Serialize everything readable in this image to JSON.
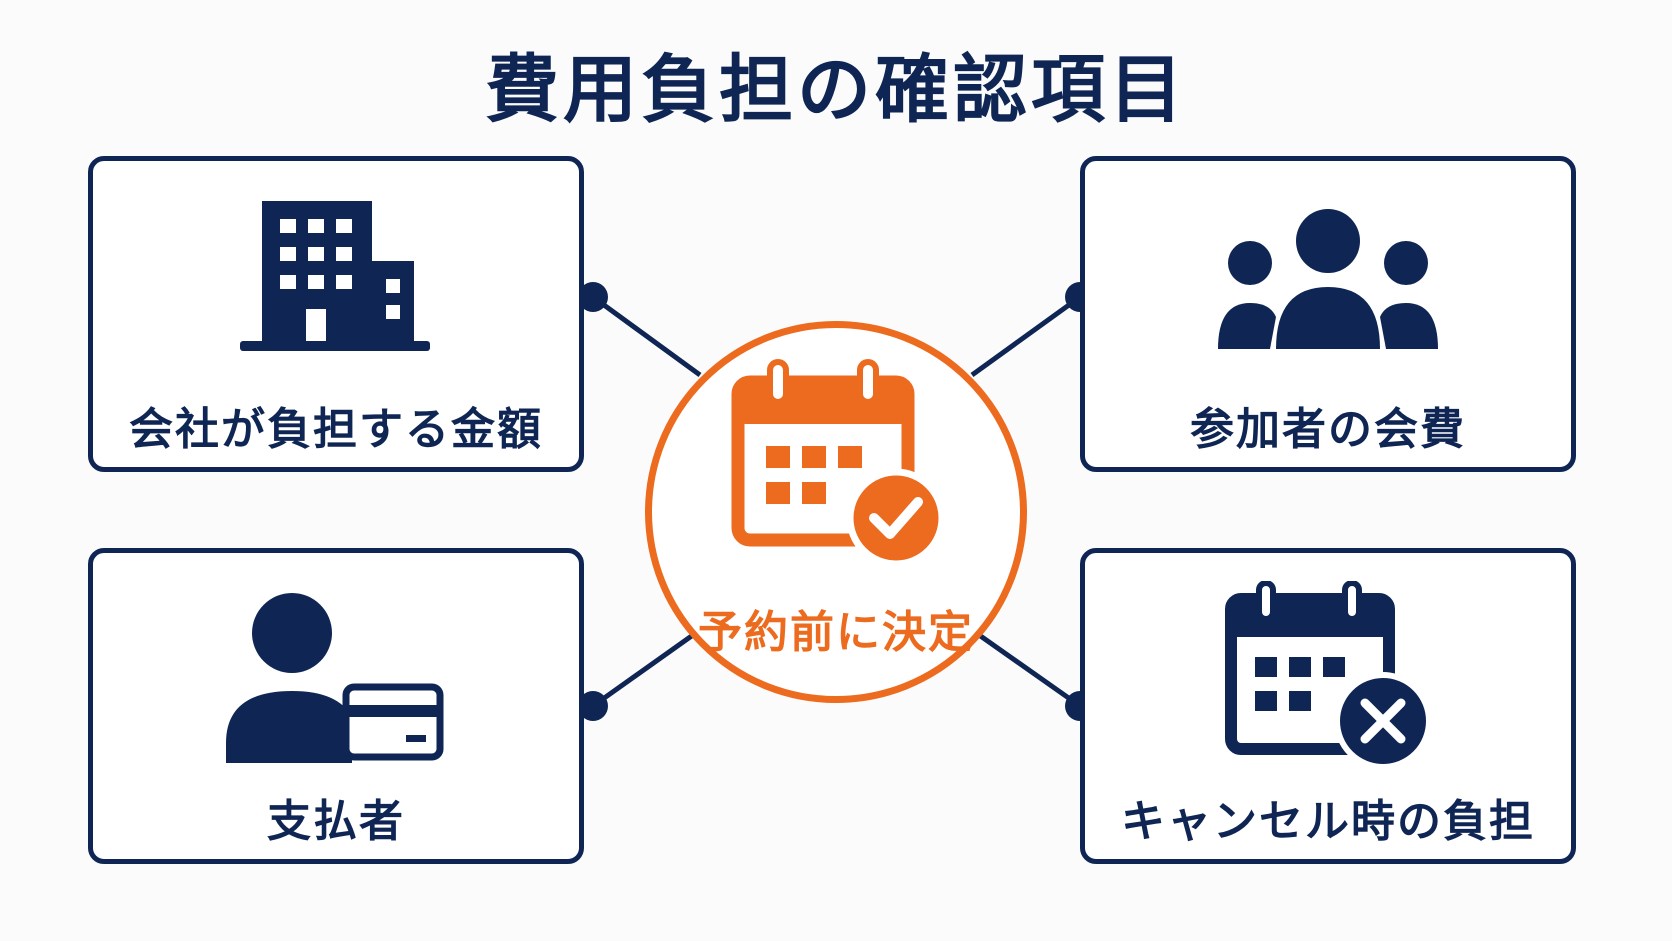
{
  "title": "費用負担の確認項目",
  "center": {
    "label": "予約前に決定",
    "icon": "calendar-check-icon"
  },
  "items": [
    {
      "label": "会社が負担する金額",
      "icon": "office-building-icon"
    },
    {
      "label": "参加者の会費",
      "icon": "group-people-icon"
    },
    {
      "label": "支払者",
      "icon": "person-credit-card-icon"
    },
    {
      "label": "キャンセル時の負担",
      "icon": "calendar-cancel-icon"
    }
  ],
  "colors": {
    "navy": "#0f2654",
    "orange": "#ec6b1e"
  }
}
